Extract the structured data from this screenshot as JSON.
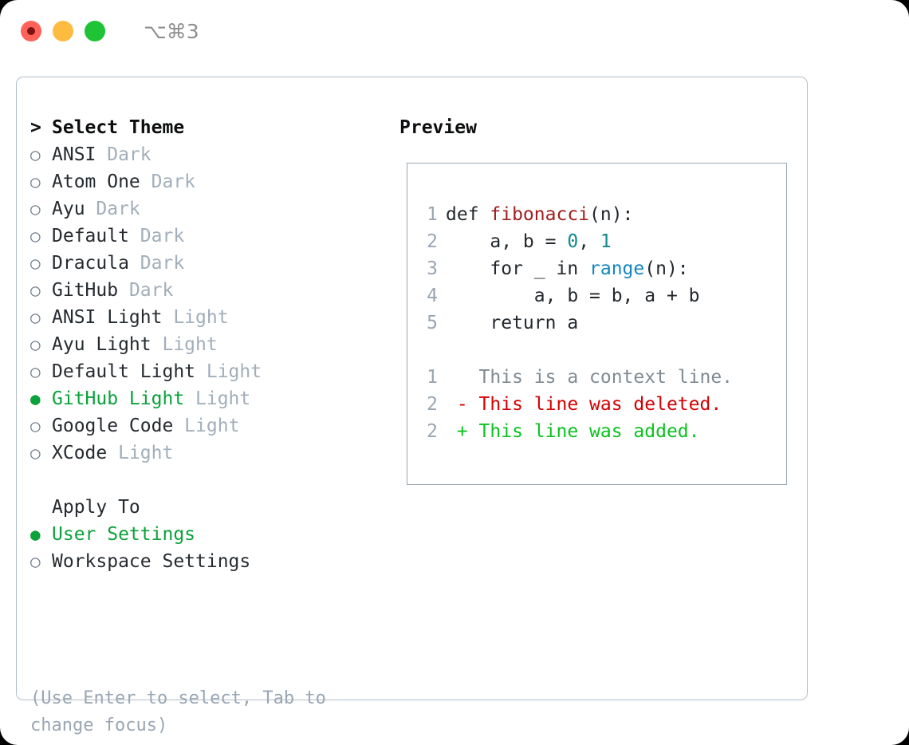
{
  "titlebar": {
    "shortcut": "⌥⌘3",
    "buttons": [
      {
        "name": "close",
        "color": "#ff6259"
      },
      {
        "name": "minimize",
        "color": "#fdbc40"
      },
      {
        "name": "maximize",
        "color": "#1ec436"
      }
    ]
  },
  "theme_picker": {
    "header_marker": ">",
    "header": "Select Theme",
    "items": [
      {
        "marker": "○",
        "name": "ANSI",
        "suffix": "Dark",
        "selected": false
      },
      {
        "marker": "○",
        "name": "Atom One",
        "suffix": "Dark",
        "selected": false
      },
      {
        "marker": "○",
        "name": "Ayu",
        "suffix": "Dark",
        "selected": false
      },
      {
        "marker": "○",
        "name": "Default",
        "suffix": "Dark",
        "selected": false
      },
      {
        "marker": "○",
        "name": "Dracula",
        "suffix": "Dark",
        "selected": false
      },
      {
        "marker": "○",
        "name": "GitHub",
        "suffix": "Dark",
        "selected": false
      },
      {
        "marker": "○",
        "name": "ANSI Light",
        "suffix": "Light",
        "selected": false
      },
      {
        "marker": "○",
        "name": "Ayu Light",
        "suffix": "Light",
        "selected": false
      },
      {
        "marker": "○",
        "name": "Default Light",
        "suffix": "Light",
        "selected": false
      },
      {
        "marker": "●",
        "name": "GitHub Light",
        "suffix": "Light",
        "selected": true
      },
      {
        "marker": "○",
        "name": "Google Code",
        "suffix": "Light",
        "selected": false
      },
      {
        "marker": "○",
        "name": "XCode",
        "suffix": "Light",
        "selected": false
      }
    ]
  },
  "apply_to": {
    "header": "Apply To",
    "items": [
      {
        "marker": "●",
        "name": "User Settings",
        "selected": true
      },
      {
        "marker": "○",
        "name": "Workspace Settings",
        "selected": false
      }
    ]
  },
  "hint": "(Use Enter to select, Tab to change focus)",
  "preview": {
    "title": "Preview",
    "code_lines": [
      {
        "num": "1",
        "tokens": [
          {
            "text": "def ",
            "cls": "tok-plain"
          },
          {
            "text": "fibonacci",
            "cls": "tok-fn"
          },
          {
            "text": "(n):",
            "cls": "tok-plain"
          }
        ]
      },
      {
        "num": "2",
        "tokens": [
          {
            "text": "    a, b = ",
            "cls": "tok-plain"
          },
          {
            "text": "0",
            "cls": "tok-num"
          },
          {
            "text": ", ",
            "cls": "tok-plain"
          },
          {
            "text": "1",
            "cls": "tok-num"
          }
        ]
      },
      {
        "num": "3",
        "tokens": [
          {
            "text": "    for _ in ",
            "cls": "tok-plain"
          },
          {
            "text": "range",
            "cls": "tok-call"
          },
          {
            "text": "(n):",
            "cls": "tok-plain"
          }
        ]
      },
      {
        "num": "4",
        "tokens": [
          {
            "text": "        a, b = b, a + b",
            "cls": "tok-plain"
          }
        ]
      },
      {
        "num": "5",
        "tokens": [
          {
            "text": "    return a",
            "cls": "tok-plain"
          }
        ]
      }
    ],
    "diff_lines": [
      {
        "num": "1",
        "tokens": [
          {
            "text": "   This is a context line.",
            "cls": "diff-ctx"
          }
        ]
      },
      {
        "num": "2",
        "tokens": [
          {
            "text": " - This line was deleted.",
            "cls": "diff-del"
          }
        ]
      },
      {
        "num": "2",
        "tokens": [
          {
            "text": " + This line was added.",
            "cls": "diff-add"
          }
        ]
      }
    ]
  },
  "colors": {
    "accent_green": "#0aa23a",
    "panel_border": "#b4bec9",
    "preview_border": "#9aa5b1",
    "muted": "#a2aeba",
    "gutter": "#9aa5b1"
  }
}
